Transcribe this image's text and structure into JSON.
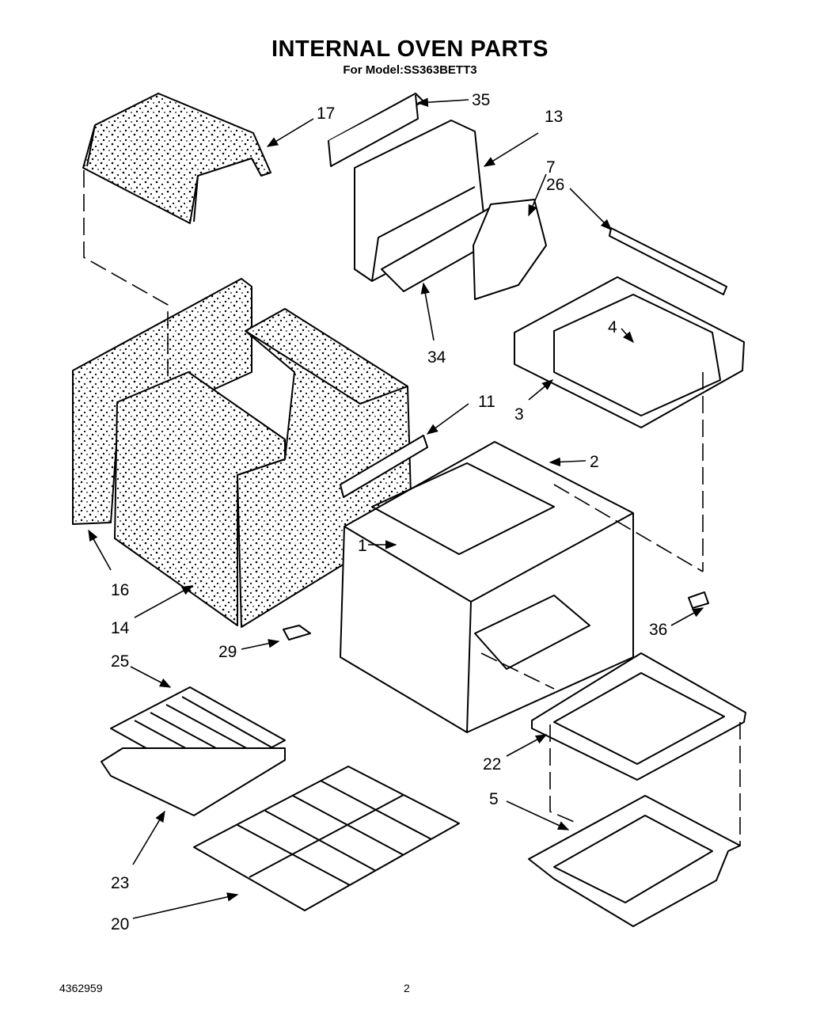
{
  "header": {
    "title": "INTERNAL OVEN PARTS",
    "subtitle": "For Model:SS363BETT3"
  },
  "footer": {
    "doc_number": "4362959",
    "page_number": "2"
  },
  "callouts": [
    {
      "id": "17",
      "text": "17"
    },
    {
      "id": "35",
      "text": "35"
    },
    {
      "id": "13",
      "text": "13"
    },
    {
      "id": "7",
      "text": "7"
    },
    {
      "id": "26",
      "text": "26"
    },
    {
      "id": "34",
      "text": "34"
    },
    {
      "id": "4",
      "text": "4"
    },
    {
      "id": "3",
      "text": "3"
    },
    {
      "id": "11",
      "text": "11"
    },
    {
      "id": "2",
      "text": "2"
    },
    {
      "id": "1",
      "text": "1"
    },
    {
      "id": "16",
      "text": "16"
    },
    {
      "id": "14",
      "text": "14"
    },
    {
      "id": "36",
      "text": "36"
    },
    {
      "id": "29",
      "text": "29"
    },
    {
      "id": "25",
      "text": "25"
    },
    {
      "id": "22",
      "text": "22"
    },
    {
      "id": "5",
      "text": "5"
    },
    {
      "id": "23",
      "text": "23"
    },
    {
      "id": "20",
      "text": "20"
    }
  ]
}
